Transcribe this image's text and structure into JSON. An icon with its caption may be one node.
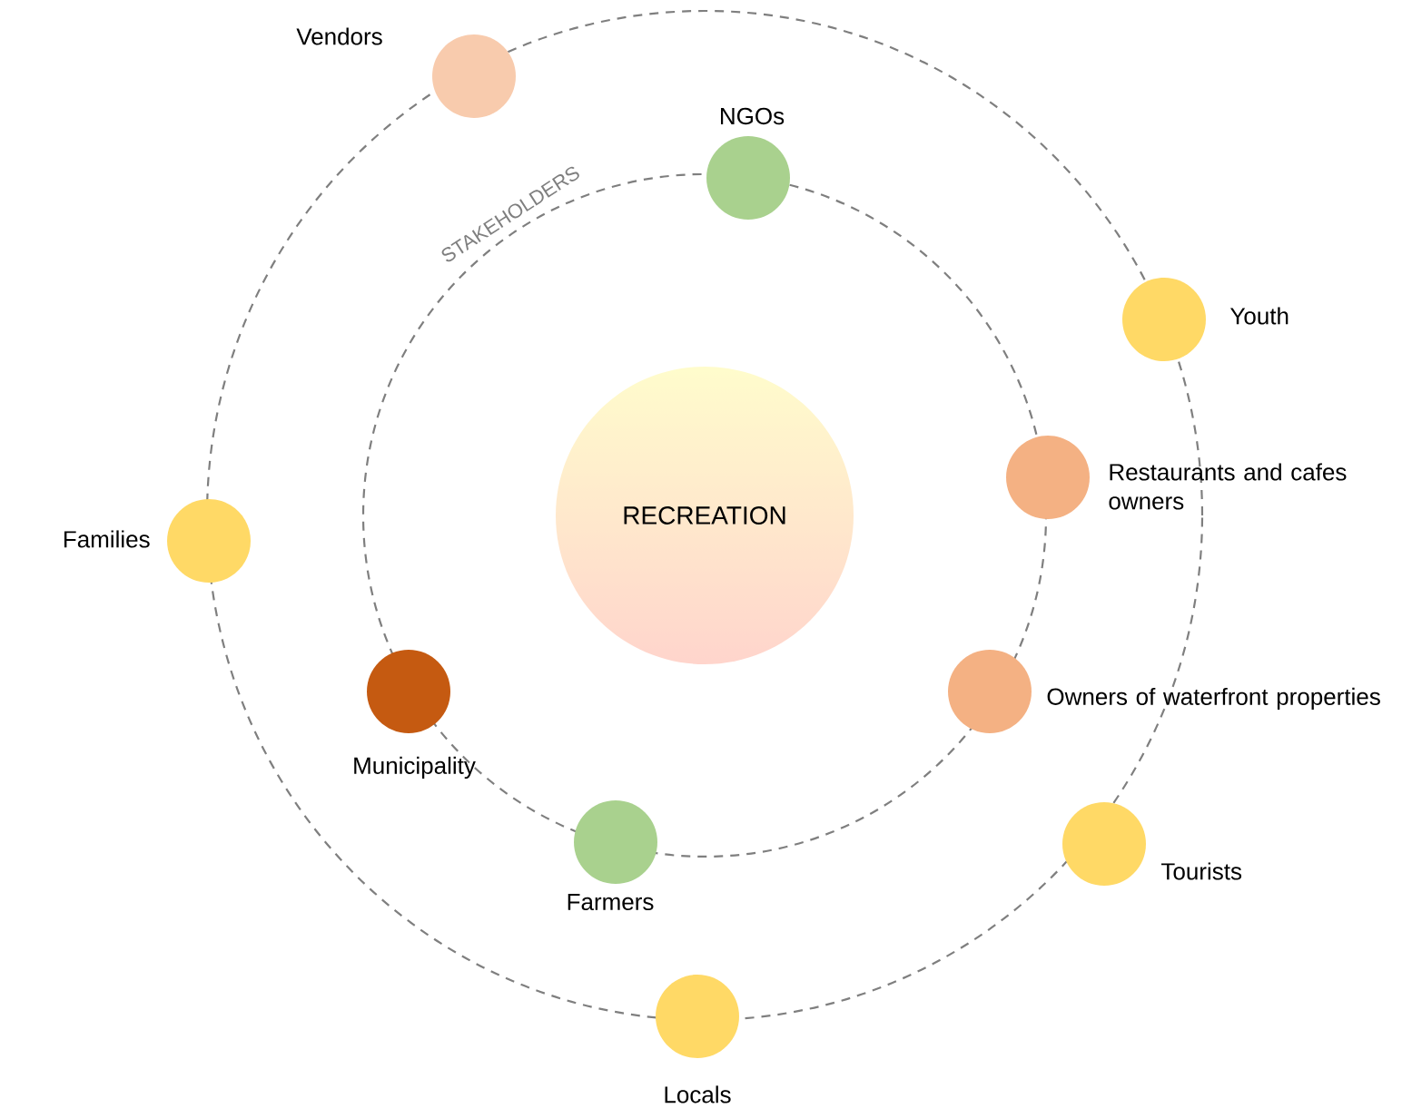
{
  "diagram": {
    "nodes": [
      {
        "text": [
          "RECREATION"
        ]
      },
      {
        "text": [
          "Vendors"
        ]
      },
      {
        "text": [
          "NGOs"
        ]
      },
      {
        "text": [
          "Youth"
        ]
      },
      {
        "text": [
          "Restaurants and cafes owners"
        ]
      },
      {
        "text": [
          "Families"
        ]
      },
      {
        "text": [
          "Owners of waterfront properties"
        ]
      },
      {
        "text": [
          "Municipality"
        ]
      },
      {
        "text": [
          "Tourists"
        ]
      },
      {
        "text": [
          "Farmers"
        ]
      },
      {
        "text": [
          "Locals"
        ]
      }
    ],
    "labels": [
      "STAKEHOLDERS"
    ]
  }
}
